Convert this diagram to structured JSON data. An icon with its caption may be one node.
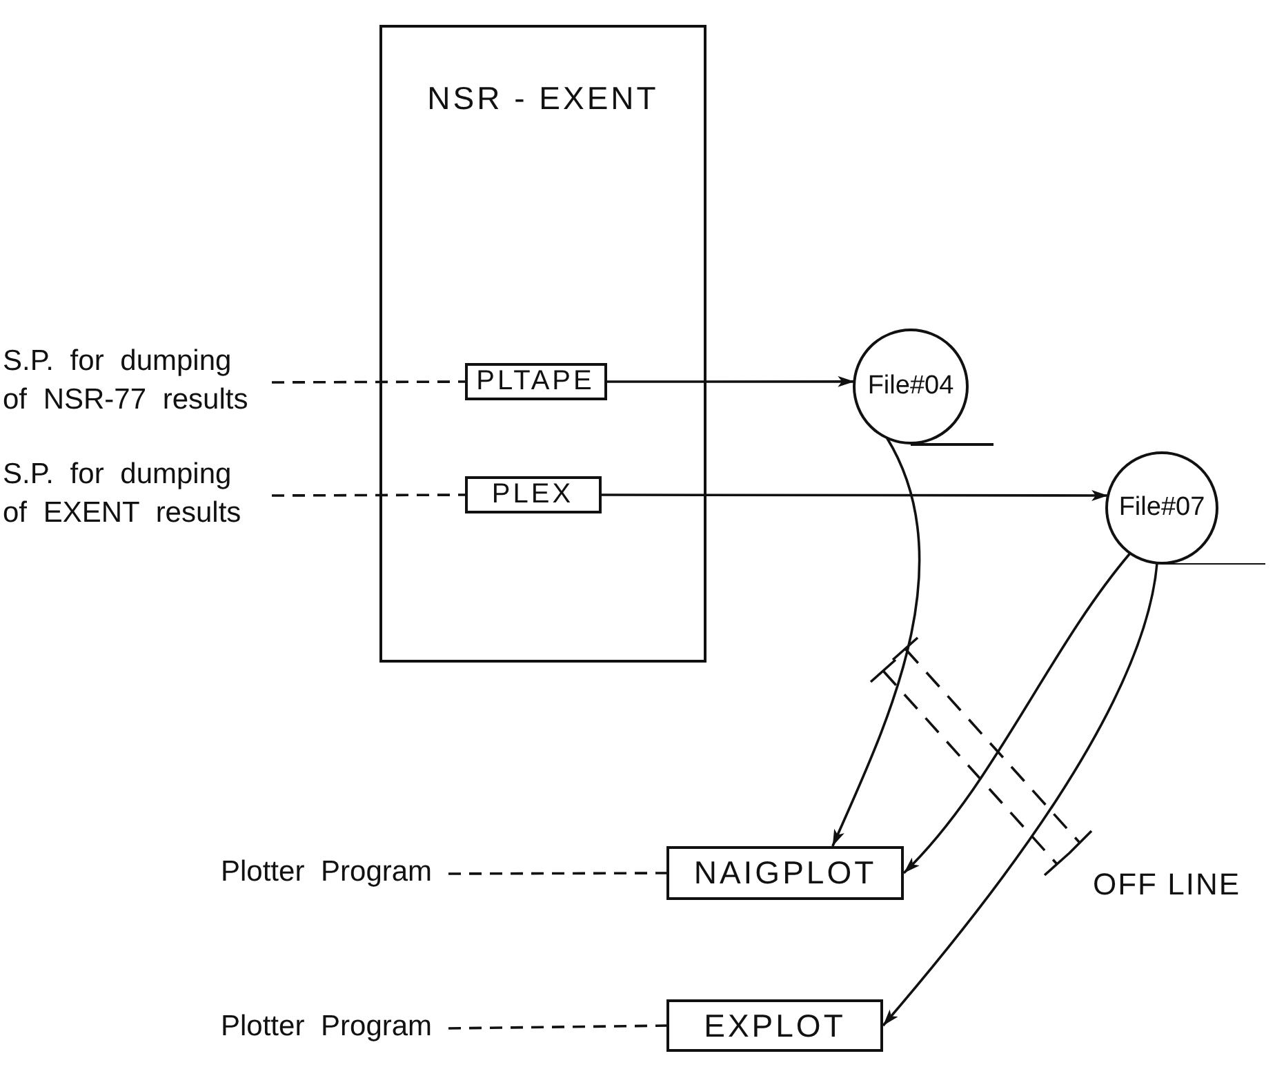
{
  "diagram": {
    "nodes": [
      {
        "text": [
          "NSR - EXENT"
        ]
      },
      {
        "text": [
          "PLTAPE"
        ],
        "in": 0
      },
      {
        "text": [
          "PLEX"
        ],
        "in": 0
      },
      {
        "text": [
          "File#04"
        ]
      },
      {
        "text": [
          "File#07"
        ]
      },
      {
        "text": [
          "NAIGPLOT"
        ]
      },
      {
        "text": [
          "EXPLOT"
        ]
      },
      {
        "text": [
          "S.P. for dumping of NSR-77 results"
        ]
      },
      {
        "text": [
          "S.P. for dumping of EXENT results"
        ]
      },
      {
        "text": [
          "Plotter Program"
        ]
      },
      {
        "text": [
          "Plotter Program"
        ]
      }
    ],
    "edges": [
      {
        "from": 7,
        "to": 1,
        "arrow": "none",
        "style": "dashed"
      },
      {
        "from": 8,
        "to": 2,
        "arrow": "none",
        "style": "dashed"
      },
      {
        "from": 1,
        "to": 3,
        "arrow": "to"
      },
      {
        "from": 2,
        "to": 4,
        "arrow": "to"
      },
      {
        "from": 3,
        "to": 5,
        "arrow": "to"
      },
      {
        "from": 4,
        "to": 5,
        "arrow": "to"
      },
      {
        "from": 4,
        "to": 6,
        "arrow": "to"
      },
      {
        "from": 9,
        "to": 5,
        "arrow": "none",
        "style": "dashed"
      },
      {
        "from": 10,
        "to": 6,
        "arrow": "none",
        "style": "dashed"
      }
    ],
    "labels": [
      "OFF LINE"
    ]
  }
}
